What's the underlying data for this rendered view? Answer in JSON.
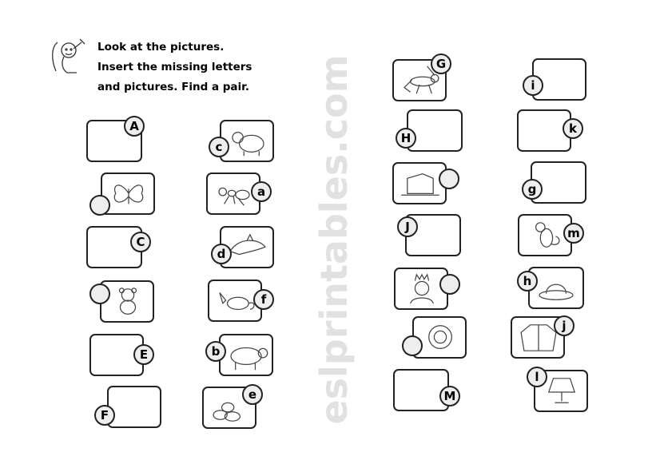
{
  "instructions": [
    "Look at the pictures.",
    "Insert the missing letters",
    "and pictures. Find a pair."
  ],
  "watermark": "eslprintables.com",
  "cards": [
    {
      "letter": "A",
      "picture": ""
    },
    {
      "letter": "",
      "picture": "butterfly"
    },
    {
      "letter": "C",
      "picture": ""
    },
    {
      "letter": "",
      "picture": "dog"
    },
    {
      "letter": "E",
      "picture": ""
    },
    {
      "letter": "F",
      "picture": ""
    },
    {
      "letter": "c",
      "picture": "cow"
    },
    {
      "letter": "a",
      "picture": "ant"
    },
    {
      "letter": "d",
      "picture": "dolphin"
    },
    {
      "letter": "f",
      "picture": "fox"
    },
    {
      "letter": "b",
      "picture": "bear"
    },
    {
      "letter": "e",
      "picture": "eggs"
    },
    {
      "letter": "G",
      "picture": "grasshopper"
    },
    {
      "letter": "H",
      "picture": ""
    },
    {
      "letter": "",
      "picture": "ice"
    },
    {
      "letter": "J",
      "picture": ""
    },
    {
      "letter": "",
      "picture": "king"
    },
    {
      "letter": "",
      "picture": "lion"
    },
    {
      "letter": "M",
      "picture": ""
    },
    {
      "letter": "i",
      "picture": ""
    },
    {
      "letter": "k",
      "picture": ""
    },
    {
      "letter": "g",
      "picture": ""
    },
    {
      "letter": "m",
      "picture": "mouse"
    },
    {
      "letter": "h",
      "picture": "hat"
    },
    {
      "letter": "j",
      "picture": "jacket"
    },
    {
      "letter": "l",
      "picture": "lamp"
    }
  ]
}
